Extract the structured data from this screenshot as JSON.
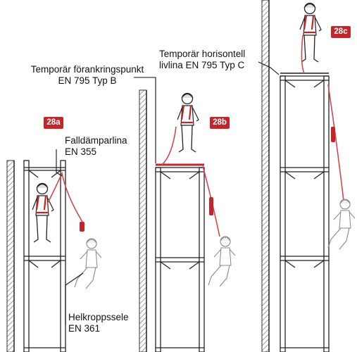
{
  "badges": {
    "a": "28a",
    "b": "28b",
    "c": "28c"
  },
  "labels": {
    "lanyard_l1": "Falldämparlina",
    "lanyard_l2": "EN 355",
    "anchor_l1": "Temporär förankringspunkt",
    "anchor_l2": "EN 795 Typ B",
    "lifeline_l1": "Temporär horisontell",
    "lifeline_l2": "livlina EN 795 Typ C",
    "harness_l1": "Helkroppssele",
    "harness_l2": "EN 361"
  },
  "colors": {
    "badge": "#c4252a",
    "rope": "#d2484a",
    "hatch": "#666666",
    "line": "#222222"
  }
}
